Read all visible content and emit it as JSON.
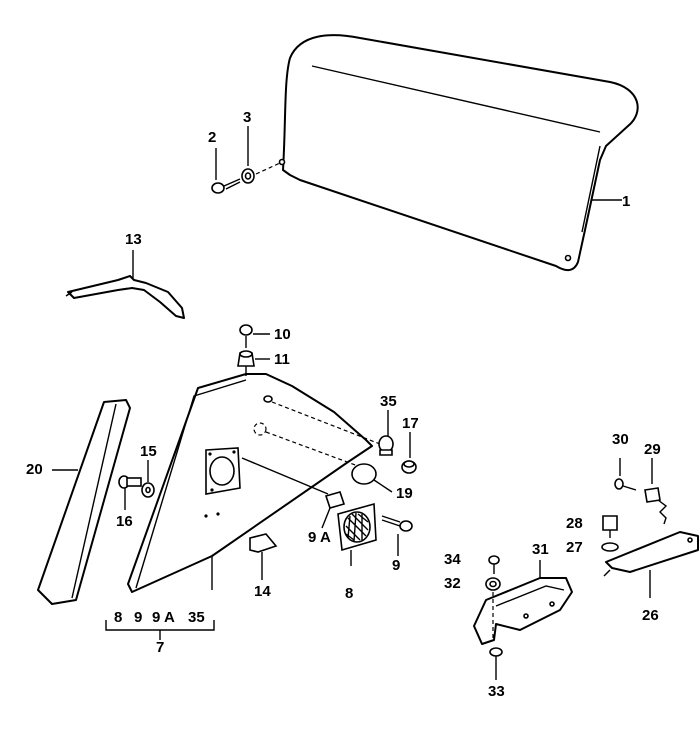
{
  "labels": {
    "l1": "1",
    "l2": "2",
    "l3": "3",
    "l7": "7",
    "l8": "8",
    "l9": "9",
    "l10": "10",
    "l11": "11",
    "l13": "13",
    "l14": "14",
    "l15": "15",
    "l16": "16",
    "l17": "17",
    "l19": "19",
    "l20": "20",
    "l26": "26",
    "l27": "27",
    "l28": "28",
    "l29": "29",
    "l30": "30",
    "l31": "31",
    "l32": "32",
    "l33": "33",
    "l34": "34",
    "l35": "35",
    "l9a": "9 A"
  },
  "group7": {
    "items": [
      "8",
      "9",
      "9 A",
      "35"
    ]
  }
}
